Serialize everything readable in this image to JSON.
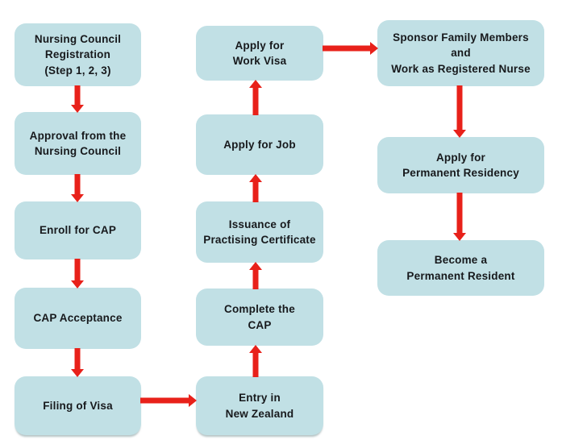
{
  "colors": {
    "background": "#FFFFFF",
    "box_fill": "#C1E0E5",
    "box_text": "#17191C",
    "arrow": "#E8211A"
  },
  "nodes": {
    "nursing_council_registration": {
      "label": "Nursing Council\nRegistration\n(Step 1, 2, 3)"
    },
    "approval_from_nursing_council": {
      "label": "Approval from the\nNursing Council"
    },
    "enroll_for_cap": {
      "label": "Enroll for CAP"
    },
    "cap_acceptance": {
      "label": "CAP Acceptance"
    },
    "filing_of_visa": {
      "label": "Filing of Visa"
    },
    "entry_in_new_zealand": {
      "label": "Entry in\nNew Zealand"
    },
    "complete_the_cap": {
      "label": "Complete the\nCAP"
    },
    "issuance_of_practising_certificate": {
      "label": "Issuance of\nPractising Certificate"
    },
    "apply_for_job": {
      "label": "Apply for Job"
    },
    "apply_for_work_visa": {
      "label": "Apply for\nWork Visa"
    },
    "sponsor_family_members": {
      "label": "Sponsor Family Members\nand\nWork as Registered Nurse"
    },
    "apply_for_permanent_residency": {
      "label": "Apply for\nPermanent Residency"
    },
    "become_permanent_resident": {
      "label": "Become a\nPermanent Resident"
    }
  },
  "edges": [
    {
      "from": "nursing_council_registration",
      "to": "approval_from_nursing_council",
      "direction": "down"
    },
    {
      "from": "approval_from_nursing_council",
      "to": "enroll_for_cap",
      "direction": "down"
    },
    {
      "from": "enroll_for_cap",
      "to": "cap_acceptance",
      "direction": "down"
    },
    {
      "from": "cap_acceptance",
      "to": "filing_of_visa",
      "direction": "down"
    },
    {
      "from": "filing_of_visa",
      "to": "entry_in_new_zealand",
      "direction": "right"
    },
    {
      "from": "entry_in_new_zealand",
      "to": "complete_the_cap",
      "direction": "up"
    },
    {
      "from": "complete_the_cap",
      "to": "issuance_of_practising_certificate",
      "direction": "up"
    },
    {
      "from": "issuance_of_practising_certificate",
      "to": "apply_for_job",
      "direction": "up"
    },
    {
      "from": "apply_for_job",
      "to": "apply_for_work_visa",
      "direction": "up"
    },
    {
      "from": "apply_for_work_visa",
      "to": "sponsor_family_members",
      "direction": "right"
    },
    {
      "from": "sponsor_family_members",
      "to": "apply_for_permanent_residency",
      "direction": "down"
    },
    {
      "from": "apply_for_permanent_residency",
      "to": "become_permanent_resident",
      "direction": "down"
    }
  ]
}
